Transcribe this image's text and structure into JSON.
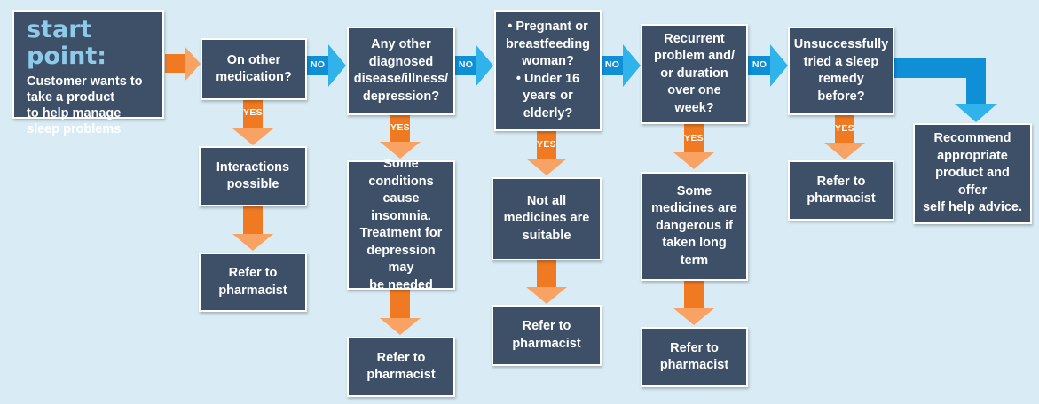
{
  "start": {
    "title": "start point:",
    "text": "Customer wants to\ntake a product\nto help manage\nsleep problems"
  },
  "questions": {
    "q1": "On other\nmedication?",
    "q2": "Any other\ndiagnosed\ndisease/illness/\ndepression?",
    "q3_lines": [
      "• Pregnant or",
      "breastfeeding",
      "woman?",
      "• Under 16",
      "years or",
      "elderly?"
    ],
    "q4": "Recurrent\nproblem and/\nor duration\nover one\nweek?",
    "q5": "Unsuccessfully\ntried a sleep\nremedy\nbefore?"
  },
  "outcomes": {
    "o1": "Interactions\npossible",
    "o2": "Some\nconditions\ncause insomnia.\nTreatment for\ndepression may\nbe needed",
    "o3": "Not all\nmedicines are\nsuitable",
    "o4": "Some\nmedicines are\ndangerous if\ntaken long\nterm",
    "final": "Recommend\nappropriate\nproduct and\noffer\nself help advice."
  },
  "refer": {
    "r1": "Refer to\npharmacist",
    "r2": "Refer to\npharmacist",
    "r3": "Refer to\npharmacist",
    "r4": "Refer to\npharmacist",
    "r5": "Refer to\npharmacist"
  },
  "labels": {
    "yes": "YES",
    "no": "NO"
  },
  "colors": {
    "background": "#d9ecf6",
    "box": "#3d5068",
    "start_title": "#8ecbeb",
    "orange_arrow": "#f07a22",
    "orange_head": "#f8a263",
    "blue_arrow": "#0e8fd6",
    "blue_head": "#2fb3ea"
  }
}
